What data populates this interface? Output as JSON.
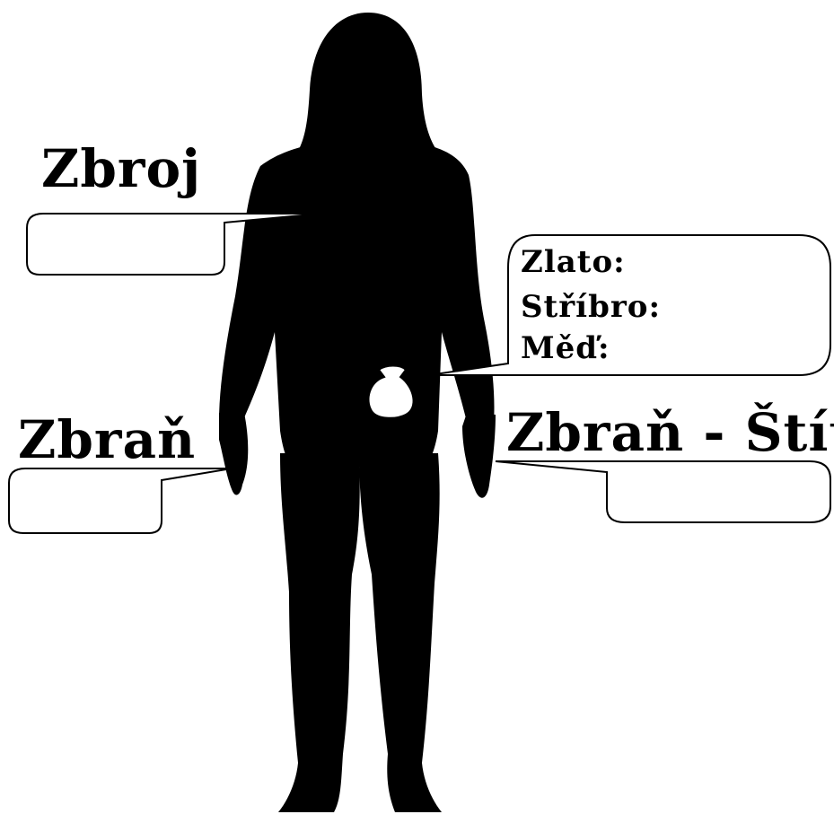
{
  "labels": {
    "armor": "Zbroj",
    "weapon": "Zbraň",
    "weapon_shield": "Zbraň - Štít"
  },
  "coins": {
    "gold": "Zlato:",
    "silver": "Stříbro:",
    "copper": "Měď:"
  },
  "colors": {
    "ink": "#000000",
    "paper": "#ffffff"
  }
}
